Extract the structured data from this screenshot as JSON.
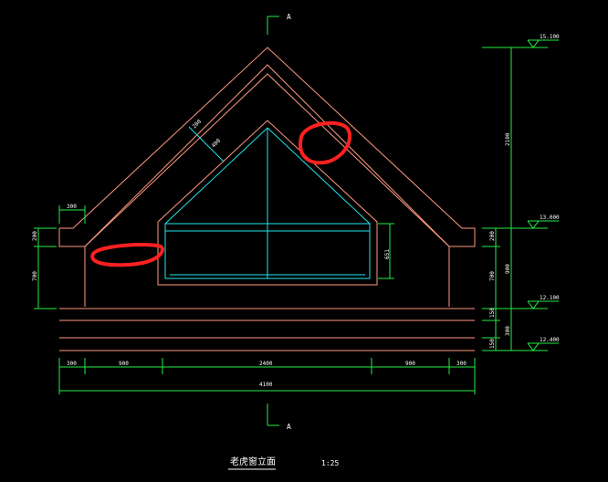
{
  "title": "老虎窗立面",
  "scale": "1:25",
  "section_marker_top": "A",
  "section_marker_bottom": "A",
  "dimensions": {
    "bottom_segments": [
      "300",
      "900",
      "2400",
      "900",
      "300"
    ],
    "bottom_total": "4100",
    "right_vertical": [
      "2100",
      "200",
      "900",
      "150",
      "300",
      "150"
    ],
    "window_height": "651",
    "left_vertical": [
      "200",
      "700"
    ],
    "left_top": "300",
    "roof_thickness": [
      "200",
      "400"
    ]
  },
  "elevations": [
    "15.100",
    "13.000",
    "12.100",
    "12.400"
  ],
  "annotations": [
    "red-circle-mark",
    "red-circle-mark"
  ],
  "colors": {
    "background": "#000000",
    "outline": "#ff9a80",
    "window": "#22e6ee",
    "dimension": "#22ee44",
    "text": "#ffffff",
    "markup": "#ff2020"
  }
}
